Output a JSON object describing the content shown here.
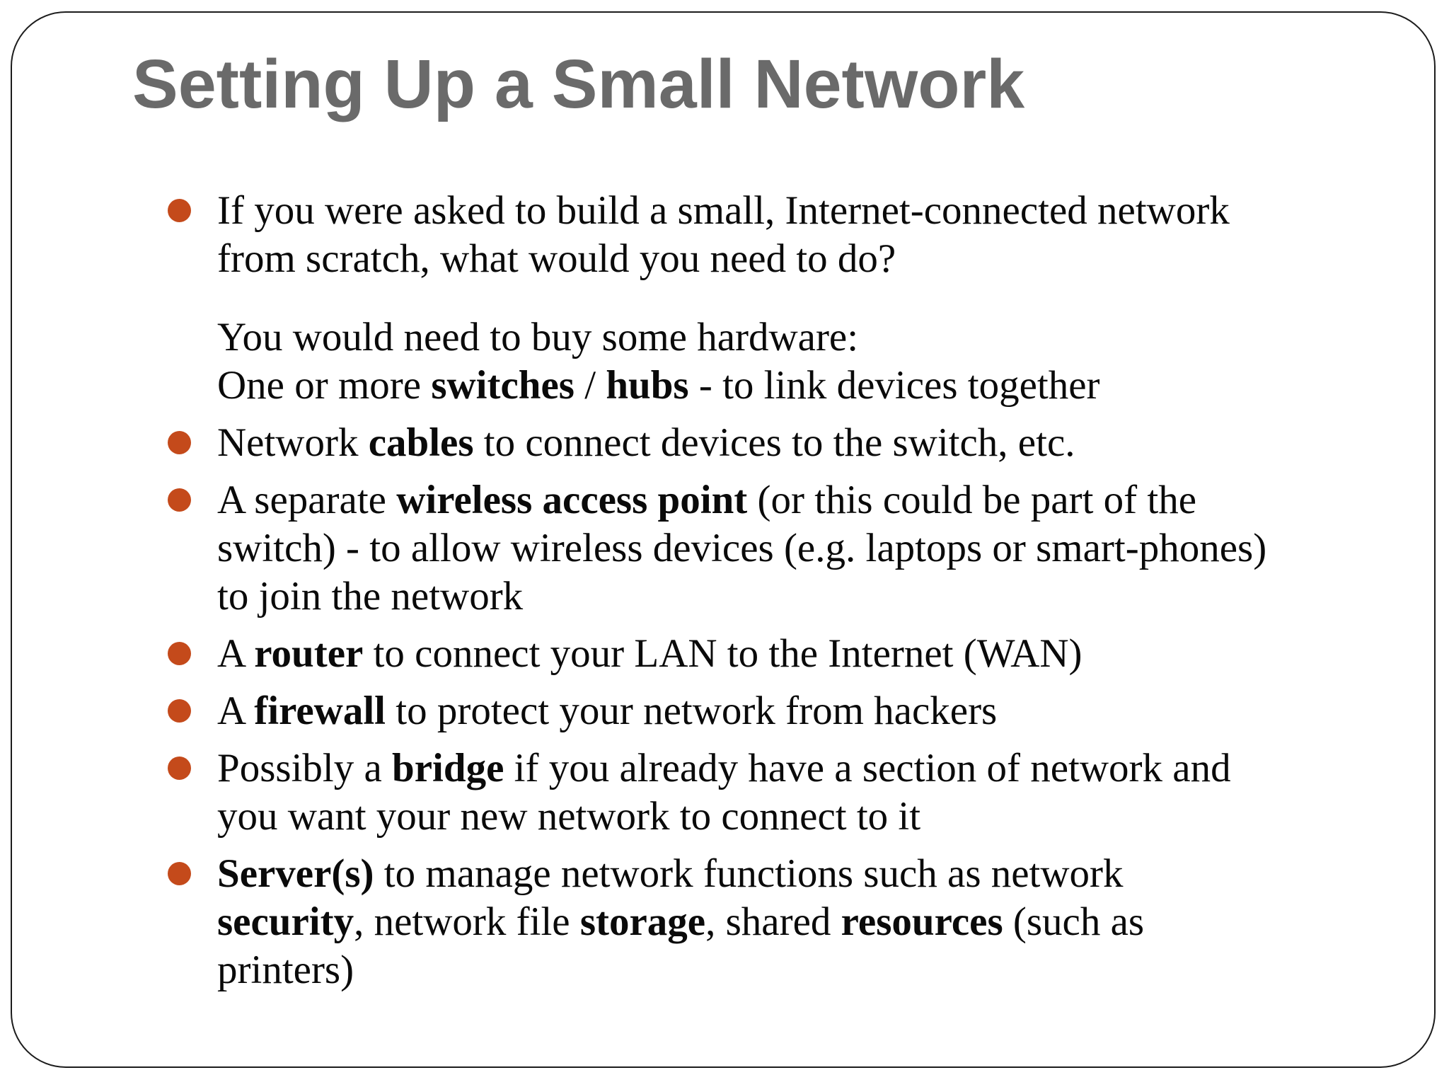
{
  "slide": {
    "title": "Setting Up a Small Network",
    "colors": {
      "title": "#6a6a6a",
      "text": "#0a0a0a",
      "bullet": "#c44a1b",
      "border": "#1c1c1c",
      "background": "#ffffff"
    },
    "paragraphs": [
      {
        "bullet": true,
        "gap_before": false,
        "lines": [
          [
            {
              "t": "If you were asked to build a small, Internet-connected network"
            }
          ],
          [
            {
              "t": "from scratch, what would you need to do?"
            }
          ]
        ]
      },
      {
        "bullet": false,
        "gap_before": true,
        "lines": [
          [
            {
              "t": "You would need to buy some hardware:"
            }
          ],
          [
            {
              "t": "One or more "
            },
            {
              "t": "switches",
              "b": true
            },
            {
              "t": " / "
            },
            {
              "t": "hubs",
              "b": true
            },
            {
              "t": " - to link devices together"
            }
          ]
        ]
      },
      {
        "bullet": true,
        "gap_before": false,
        "lines": [
          [
            {
              "t": "Network "
            },
            {
              "t": "cables",
              "b": true
            },
            {
              "t": " to connect devices to the switch, etc."
            }
          ]
        ]
      },
      {
        "bullet": true,
        "gap_before": false,
        "lines": [
          [
            {
              "t": "A separate "
            },
            {
              "t": "wireless access point",
              "b": true
            },
            {
              "t": " (or this could be part of the"
            }
          ],
          [
            {
              "t": "switch) - to allow wireless devices (e.g. laptops or smart-phones)"
            }
          ],
          [
            {
              "t": "to join the network"
            }
          ]
        ]
      },
      {
        "bullet": true,
        "gap_before": false,
        "lines": [
          [
            {
              "t": "A "
            },
            {
              "t": "router",
              "b": true
            },
            {
              "t": " to connect your LAN to the Internet (WAN)"
            }
          ]
        ]
      },
      {
        "bullet": true,
        "gap_before": false,
        "lines": [
          [
            {
              "t": "A "
            },
            {
              "t": "firewall",
              "b": true
            },
            {
              "t": " to protect your network from hackers"
            }
          ]
        ]
      },
      {
        "bullet": true,
        "gap_before": false,
        "lines": [
          [
            {
              "t": "Possibly a "
            },
            {
              "t": "bridge",
              "b": true
            },
            {
              "t": " if you already have a section of network and"
            }
          ],
          [
            {
              "t": "you want your new network to connect to it"
            }
          ]
        ]
      },
      {
        "bullet": true,
        "gap_before": false,
        "lines": [
          [
            {
              "t": "Server(s)",
              "b": true
            },
            {
              "t": " to manage network functions such as network"
            }
          ],
          [
            {
              "t": "security",
              "b": true
            },
            {
              "t": ", network file "
            },
            {
              "t": "storage",
              "b": true
            },
            {
              "t": ", shared "
            },
            {
              "t": "resources",
              "b": true
            },
            {
              "t": " (such as"
            }
          ],
          [
            {
              "t": "printers)"
            }
          ]
        ]
      }
    ]
  }
}
